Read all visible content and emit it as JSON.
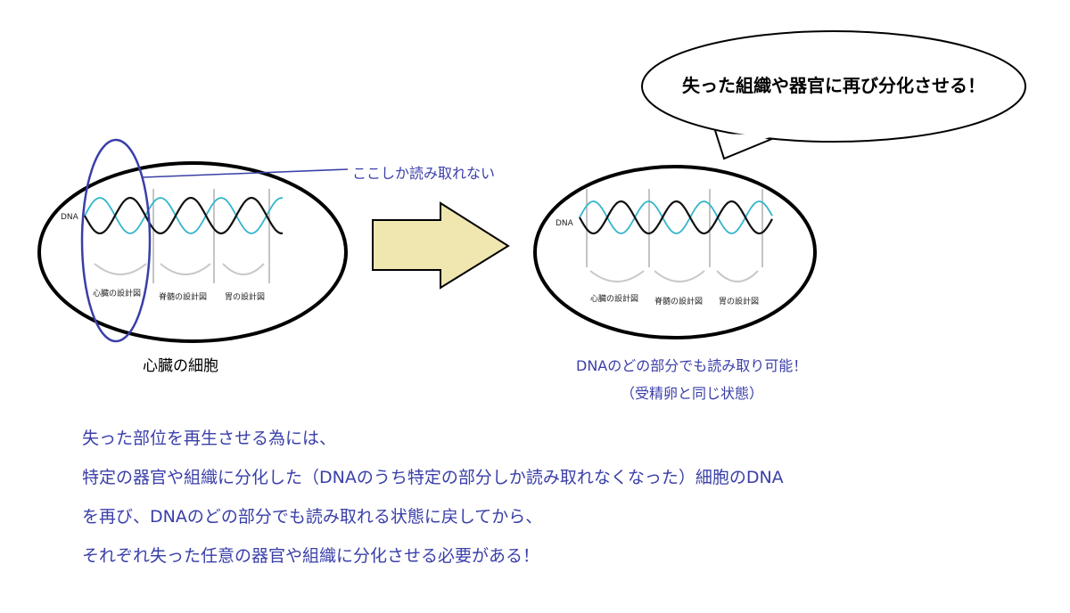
{
  "bubble": {
    "text": "失った組織や器官に再び分化させる！"
  },
  "pointer_label": "ここしか読み取れない",
  "left_cell": {
    "dna_label": "DNA",
    "segments": [
      "心臓の設計図",
      "脊髄の設計図",
      "胃の設計図"
    ],
    "caption": "心臓の細胞"
  },
  "right_cell": {
    "dna_label": "DNA",
    "segments": [
      "心臓の設計図",
      "脊髄の設計図",
      "胃の設計図"
    ],
    "caption_line1": "DNAのどの部分でも読み取り可能！",
    "caption_line2": "（受精卵と同じ状態）"
  },
  "bottom_text": [
    "失った部位を再生させる為には、",
    "特定の器官や組織に分化した（DNAのうち特定の部分しか読み取れなくなった）細胞のDNA",
    "を再び、DNAのどの部分でも読み取れる状態に戻してから、",
    "それぞれ失った任意の器官や組織に分化させる必要がある！"
  ],
  "colors": {
    "blue_text": "#3a3fa8",
    "highlight_ellipse": "#3a3fa8",
    "arrow_fill": "#efe6b0",
    "dna_strand_1": "#111111",
    "dna_strand_2": "#33b5cc",
    "divider": "#b0b0b0"
  }
}
